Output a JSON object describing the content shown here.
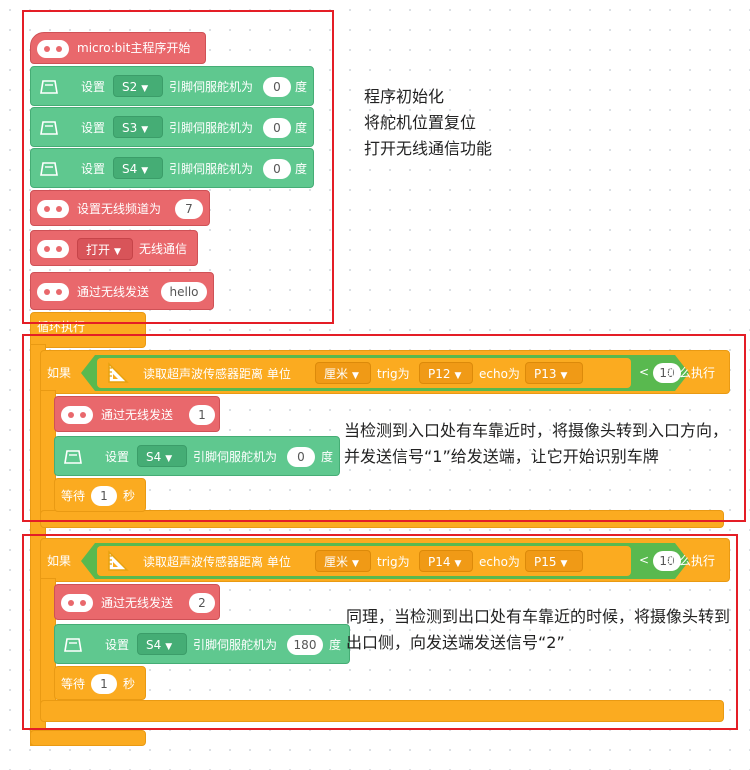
{
  "start": {
    "label": "micro:bit主程序开始"
  },
  "servo_set": [
    {
      "prefix": "设置",
      "pin": "S2",
      "middle": "引脚伺服舵机为",
      "value": "0",
      "suffix": "度"
    },
    {
      "prefix": "设置",
      "pin": "S3",
      "middle": "引脚伺服舵机为",
      "value": "0",
      "suffix": "度"
    },
    {
      "prefix": "设置",
      "pin": "S4",
      "middle": "引脚伺服舵机为",
      "value": "0",
      "suffix": "度"
    }
  ],
  "radio_channel": {
    "label": "设置无线频道为",
    "value": "7"
  },
  "radio_toggle": {
    "option": "打开",
    "label": "无线通信"
  },
  "radio_send": {
    "label": "通过无线发送",
    "value": "hello"
  },
  "loop": {
    "label": "循环执行"
  },
  "if1": {
    "if_label": "如果",
    "sensor_label": "读取超声波传感器距离 单位",
    "unit": "厘米",
    "trig_label": "trig为",
    "trig_pin": "P12",
    "echo_label": "echo为",
    "echo_pin": "P13",
    "op": "<",
    "threshold": "10",
    "then_label": "那么执行",
    "send_label": "通过无线发送",
    "send_value": "1",
    "servo": {
      "prefix": "设置",
      "pin": "S4",
      "middle": "引脚伺服舵机为",
      "value": "0",
      "suffix": "度"
    },
    "wait_label": "等待",
    "wait_value": "1",
    "wait_unit": "秒"
  },
  "if2": {
    "if_label": "如果",
    "sensor_label": "读取超声波传感器距离 单位",
    "unit": "厘米",
    "trig_label": "trig为",
    "trig_pin": "P14",
    "echo_label": "echo为",
    "echo_pin": "P15",
    "op": "<",
    "threshold": "10",
    "then_label": "那么执行",
    "send_label": "通过无线发送",
    "send_value": "2",
    "servo": {
      "prefix": "设置",
      "pin": "S4",
      "middle": "引脚伺服舵机为",
      "value": "180",
      "suffix": "度"
    },
    "wait_label": "等待",
    "wait_value": "1",
    "wait_unit": "秒"
  },
  "notes": {
    "init_lines": [
      "程序初始化",
      "将舵机位置复位",
      "打开无线通信功能"
    ],
    "entrance": "当检测到入口处有车靠近时，将摄像头转到入口方向，并发送信号“1”给发送端，让它开始识别车牌",
    "exit": "同理，当检测到出口处有车靠近的时候，将摄像头转到出口侧，向发送端发送信号“2”"
  },
  "icons": [
    "microbit-icon",
    "servo-icon",
    "ruler-icon",
    "dropdown-arrow-icon"
  ]
}
